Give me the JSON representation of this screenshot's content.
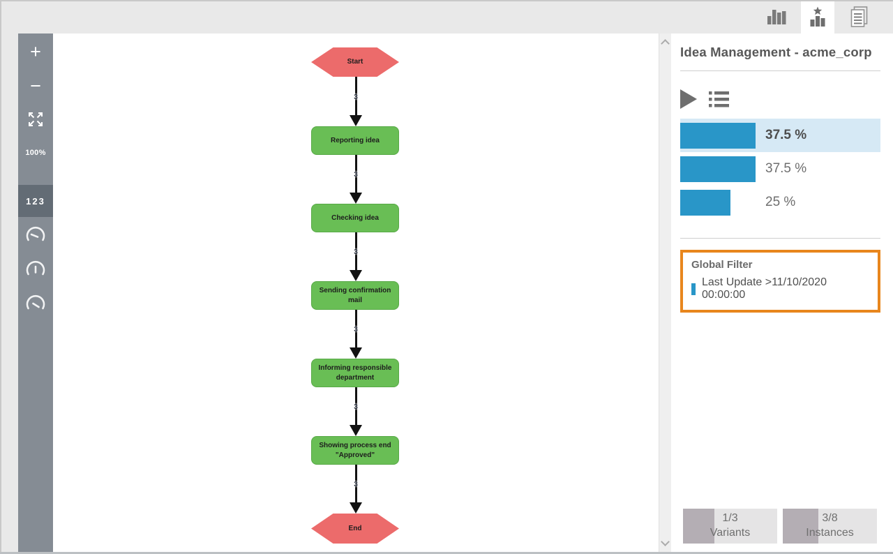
{
  "tabs": {
    "items": [
      {
        "icon": "bar-chart",
        "active": false
      },
      {
        "icon": "star-bars",
        "active": true
      },
      {
        "icon": "documents",
        "active": false
      }
    ]
  },
  "left_toolbar": {
    "zoom_in": "+",
    "zoom_out": "−",
    "zoom_level": "100%",
    "numbers_toggle": "123",
    "gauges": [
      "gauge-low",
      "gauge-medium",
      "gauge-high"
    ]
  },
  "flowchart": {
    "nodes": [
      {
        "id": "start",
        "shape": "hexagon",
        "label": "Start",
        "color": "#ec6b6b"
      },
      {
        "id": "reporting-idea",
        "shape": "rounded-rect",
        "label": "Reporting idea",
        "color": "#69be55"
      },
      {
        "id": "checking-idea",
        "shape": "rounded-rect",
        "label": "Checking idea",
        "color": "#69be55"
      },
      {
        "id": "sending-confirmation-mail",
        "shape": "rounded-rect",
        "label": "Sending confirmation mail",
        "color": "#69be55"
      },
      {
        "id": "informing-responsible-department",
        "shape": "rounded-rect",
        "label": "Informing responsible department",
        "color": "#69be55"
      },
      {
        "id": "showing-process-end-approved",
        "shape": "rounded-rect",
        "label": "Showing process end \"Approved\"",
        "color": "#69be55"
      },
      {
        "id": "end",
        "shape": "hexagon",
        "label": "End",
        "color": "#ec6b6b"
      }
    ],
    "edges": [
      {
        "from": "start",
        "to": "reporting-idea",
        "label": "3"
      },
      {
        "from": "reporting-idea",
        "to": "checking-idea",
        "label": "3"
      },
      {
        "from": "checking-idea",
        "to": "sending-confirmation-mail",
        "label": "3"
      },
      {
        "from": "sending-confirmation-mail",
        "to": "informing-responsible-department",
        "label": "3"
      },
      {
        "from": "informing-responsible-department",
        "to": "showing-process-end-approved",
        "label": "3"
      },
      {
        "from": "showing-process-end-approved",
        "to": "end",
        "label": "3"
      }
    ]
  },
  "sidebar": {
    "title": "Idea Management - acme_corp",
    "global_filter": {
      "title": "Global Filter",
      "items": [
        "Last Update >11/10/2020 00:00:00"
      ],
      "highlight_color": "#e8861d",
      "marker_color": "#2996c8"
    },
    "stats": [
      {
        "value": "1/3",
        "label": "Variants",
        "fill_percent": 33.3
      },
      {
        "value": "3/8",
        "label": "Instances",
        "fill_percent": 37.5
      }
    ]
  },
  "chart_data": {
    "type": "bar",
    "values": [
      37.5,
      37.5,
      25
    ],
    "labels": [
      "37.5 %",
      "37.5 %",
      "25 %"
    ],
    "unit": "%",
    "xlim": [
      0,
      100
    ],
    "highlighted_index": 0,
    "bar_color": "#2996c8",
    "highlight_background": "#d6e9f5"
  }
}
